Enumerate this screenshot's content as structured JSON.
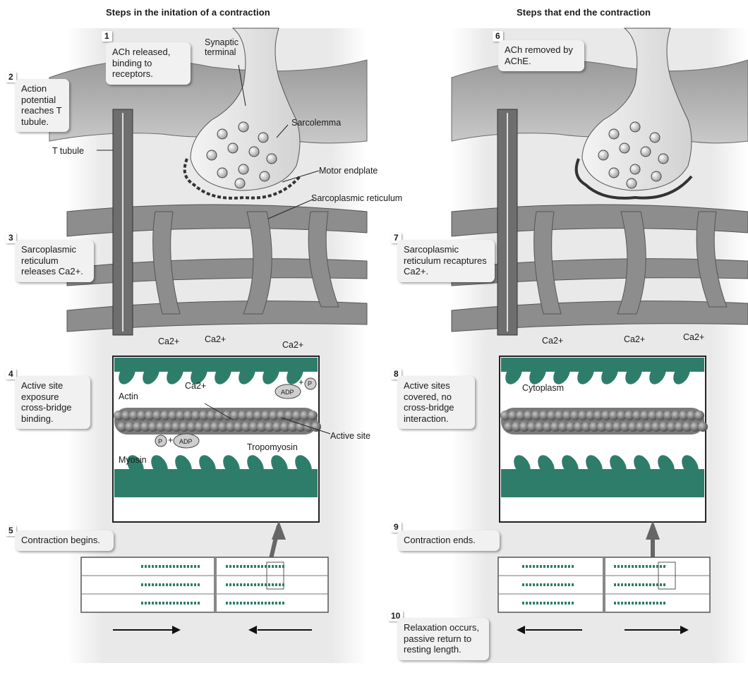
{
  "headers": {
    "left": "Steps in the initation of a contraction",
    "right": "Steps that end the contraction"
  },
  "steps": [
    {
      "number": "1",
      "text": "ACh released, binding to receptors."
    },
    {
      "number": "2",
      "text": "Action potential reaches T tubule."
    },
    {
      "number": "3",
      "text": "Sarcoplasmic reticulum releases Ca2+."
    },
    {
      "number": "4",
      "text": "Active site exposure cross-bridge binding."
    },
    {
      "number": "5",
      "text": "Contraction begins."
    },
    {
      "number": "6",
      "text": "ACh removed by AChE."
    },
    {
      "number": "7",
      "text": "Sarcoplasmic reticulum recaptures Ca2+."
    },
    {
      "number": "8",
      "text": "Active sites covered, no cross-bridge interaction."
    },
    {
      "number": "9",
      "text": "Contraction ends."
    },
    {
      "number": "10",
      "text": "Relaxation occurs, passive return to resting length."
    }
  ],
  "labels": {
    "synaptic_terminal": "Synaptic terminal",
    "sarcolemma": "Sarcolemma",
    "t_tubule": "T tubule",
    "motor_endplate": "Motor endplate",
    "sarcoplasmic_reticulum": "Sarcoplasmic reticulum",
    "ca": "Ca2+",
    "actin": "Actin",
    "myosin": "Myosin",
    "active_site": "Active site",
    "tropomyosin": "Tropomyosin",
    "adp": "ADP",
    "p": "P",
    "plus": "+",
    "cytoplasm": "Cytoplasm"
  },
  "colors": {
    "myosin_green": "#2e7d6b",
    "membrane_gray": "#8a8a8a",
    "panel_bg": "#f1f1f1"
  }
}
